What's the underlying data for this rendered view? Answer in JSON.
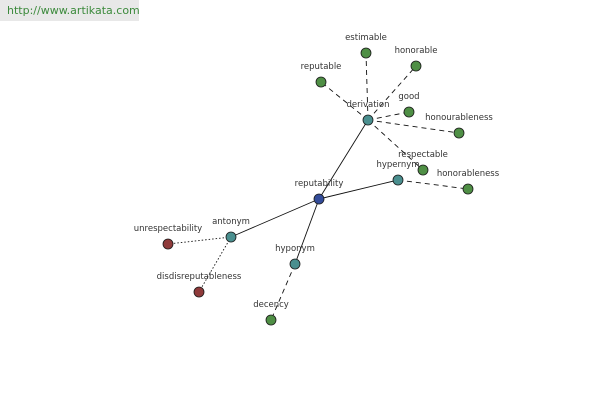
{
  "header": {
    "url_text": "http://www.artikata.com"
  },
  "colors": {
    "center": "#334c9a",
    "relation": "#4a8f8f",
    "word": "#4f8f45",
    "antonym_word": "#8f3a3a",
    "edge": "#111111"
  },
  "nodes": [
    {
      "id": "reputability",
      "label": "reputability",
      "kind": "center"
    },
    {
      "id": "derivation",
      "label": "derivation",
      "kind": "relation"
    },
    {
      "id": "hypernym",
      "label": "hypernym",
      "kind": "relation"
    },
    {
      "id": "antonym",
      "label": "antonym",
      "kind": "relation"
    },
    {
      "id": "hyponym",
      "label": "hyponym",
      "kind": "relation"
    },
    {
      "id": "estimable",
      "label": "estimable",
      "kind": "word"
    },
    {
      "id": "honorable",
      "label": "honorable",
      "kind": "word"
    },
    {
      "id": "reputable",
      "label": "reputable",
      "kind": "word"
    },
    {
      "id": "good",
      "label": "good",
      "kind": "word"
    },
    {
      "id": "honourableness",
      "label": "honourableness",
      "kind": "word"
    },
    {
      "id": "respectable",
      "label": "respectable",
      "kind": "word"
    },
    {
      "id": "honorableness",
      "label": "honorableness",
      "kind": "word"
    },
    {
      "id": "unrespectability",
      "label": "unrespectability",
      "kind": "antonym_word"
    },
    {
      "id": "disdisreputableness",
      "label": "disdisreputableness",
      "kind": "antonym_word"
    },
    {
      "id": "decency",
      "label": "decency",
      "kind": "word"
    }
  ],
  "edges": [
    {
      "from": "reputability",
      "to": "derivation",
      "style": "solid"
    },
    {
      "from": "reputability",
      "to": "hypernym",
      "style": "solid"
    },
    {
      "from": "reputability",
      "to": "antonym",
      "style": "solid"
    },
    {
      "from": "reputability",
      "to": "hyponym",
      "style": "solid"
    },
    {
      "from": "derivation",
      "to": "estimable",
      "style": "dashed"
    },
    {
      "from": "derivation",
      "to": "honorable",
      "style": "dashed"
    },
    {
      "from": "derivation",
      "to": "reputable",
      "style": "dashed"
    },
    {
      "from": "derivation",
      "to": "good",
      "style": "dashed"
    },
    {
      "from": "derivation",
      "to": "honourableness",
      "style": "dashed"
    },
    {
      "from": "derivation",
      "to": "respectable",
      "style": "dashed"
    },
    {
      "from": "hypernym",
      "to": "honorableness",
      "style": "dashed"
    },
    {
      "from": "antonym",
      "to": "unrespectability",
      "style": "dotted"
    },
    {
      "from": "antonym",
      "to": "disdisreputableness",
      "style": "dotted"
    },
    {
      "from": "hyponym",
      "to": "decency",
      "style": "dashed"
    }
  ]
}
